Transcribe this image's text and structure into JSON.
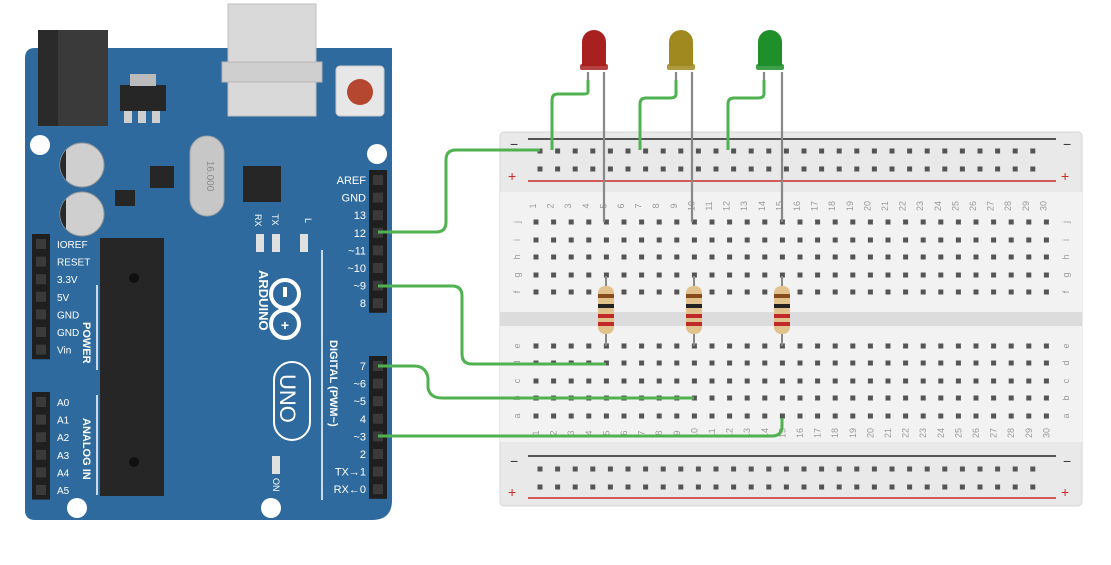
{
  "arduino": {
    "brand": "ARDUINO",
    "model": "UNO",
    "crystal": "16.000",
    "rx": "RX",
    "tx": "TX",
    "l": "L",
    "on": "ON",
    "digital_header": [
      "AREF",
      "GND",
      "13",
      "12",
      "~11",
      "~10",
      "~9",
      "8"
    ],
    "digital_header2": [
      "7",
      "~6",
      "~5",
      "4",
      "~3",
      "2",
      "TX→1",
      "RX←0"
    ],
    "digital_title": "DIGITAL (PWM~)",
    "power_pins": [
      "IOREF",
      "RESET",
      "3.3V",
      "5V",
      "GND",
      "GND",
      "Vin"
    ],
    "power_title": "POWER",
    "analog_pins": [
      "A0",
      "A1",
      "A2",
      "A3",
      "A4",
      "A5"
    ],
    "analog_title": "ANALOG IN"
  },
  "breadboard": {
    "columns": 30,
    "top_rows": [
      "j",
      "i",
      "h",
      "g",
      "f"
    ],
    "bottom_rows": [
      "e",
      "d",
      "c",
      "b",
      "a"
    ],
    "rail_minus": "−",
    "rail_plus": "+"
  },
  "leds": [
    {
      "color": "red",
      "hex": "#a8201f"
    },
    {
      "color": "yellow",
      "hex": "#a08a20"
    },
    {
      "color": "green",
      "hex": "#1f8f2a"
    }
  ],
  "colors": {
    "board": "#2e6a9e",
    "wire": "#4fb14f",
    "rail_red": "#cc2a2a",
    "rail_black": "#222222"
  }
}
